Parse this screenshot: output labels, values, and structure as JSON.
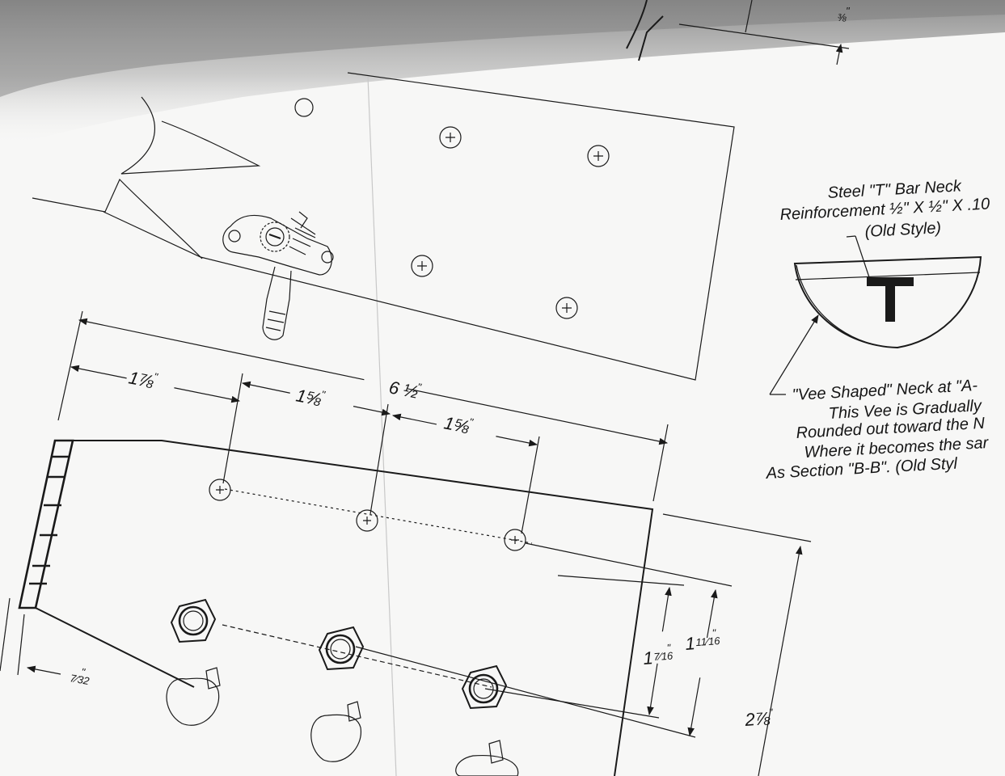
{
  "dimensions": {
    "overall_length": {
      "whole": "6",
      "frac": "½",
      "unit": "\""
    },
    "first_hole": {
      "whole": "1",
      "frac": "⅞",
      "unit": "\""
    },
    "hole_spacing_a": {
      "whole": "1",
      "frac": "⅝",
      "unit": "\""
    },
    "hole_spacing_b": {
      "whole": "1",
      "frac": "⅝",
      "unit": "\""
    },
    "inner_width": {
      "whole": "1",
      "frac": "7⁄16",
      "unit": "\""
    },
    "outer_width": {
      "whole": "1",
      "frac": "11⁄16",
      "unit": "\""
    },
    "head_width": {
      "whole": "2",
      "frac": "⅞",
      "unit": "\""
    },
    "nut_offset": {
      "whole": "",
      "frac": "7⁄32",
      "unit": "\""
    },
    "top_right": {
      "whole": "",
      "frac": "⅜",
      "unit": "\""
    }
  },
  "section_note": {
    "line1": "Steel \"T\" Bar Neck",
    "line2": "Reinforcement  ½\" X  ½\" X .10",
    "line3": "(Old Style)",
    "section_letter": "T"
  },
  "vee_note": {
    "line1": "\"Vee Shaped\"  Neck at \"A-",
    "line2": "This Vee  is Gradually",
    "line3": "Rounded out toward the  N",
    "line4": "Where it becomes the sar",
    "line5": "As Section \"B-B\".      (Old Styl"
  },
  "colors": {
    "ink": "#1a1a1a",
    "paper": "#f7f7f6",
    "shadow": "#8a8a8a"
  }
}
